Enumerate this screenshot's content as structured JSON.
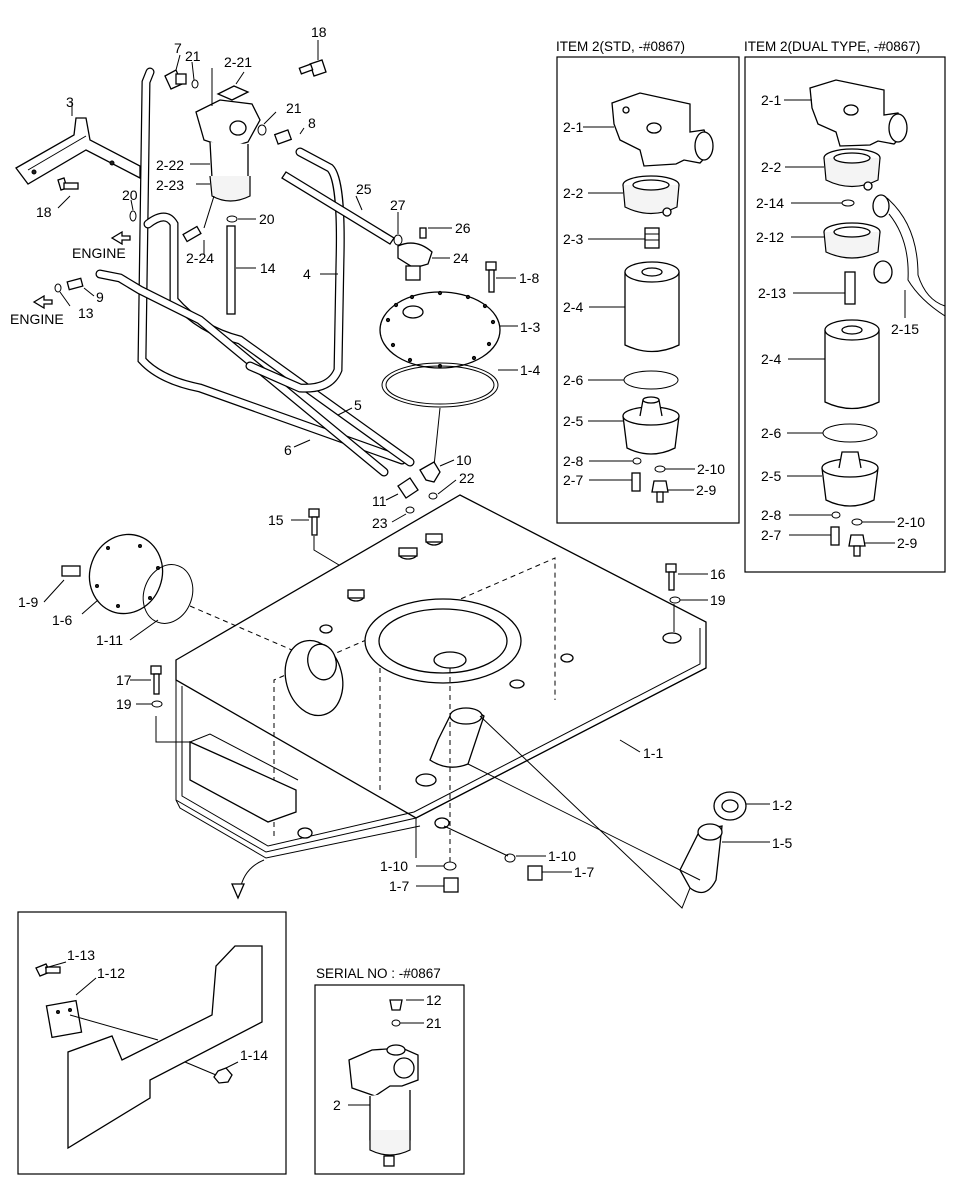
{
  "insets": {
    "std_title": "ITEM 2(STD, -#0867)",
    "dual_title": "ITEM 2(DUAL TYPE, -#0867)",
    "serial_title": "SERIAL NO : -#0867"
  },
  "engine_labels": [
    "ENGINE",
    "ENGINE"
  ],
  "callouts": {
    "main": [
      "7",
      "21",
      "2-21",
      "18",
      "3",
      "21",
      "8",
      "2-22",
      "2-23",
      "18",
      "20",
      "25",
      "27",
      "26",
      "20",
      "2-24",
      "24",
      "14",
      "9",
      "1-8",
      "13",
      "4",
      "1-3",
      "1-4",
      "5",
      "6",
      "10",
      "22",
      "11",
      "15",
      "23",
      "16",
      "19",
      "1-9",
      "1-6",
      "1-11",
      "17",
      "19",
      "1-1",
      "1-2",
      "1-5",
      "1-10",
      "1-10",
      "1-7",
      "1-7"
    ],
    "std": [
      "2-1",
      "2-2",
      "2-3",
      "2-4",
      "2-6",
      "2-5",
      "2-8",
      "2-10",
      "2-7",
      "2-9"
    ],
    "dual": [
      "2-1",
      "2-2",
      "2-14",
      "2-12",
      "2-13",
      "2-15",
      "2-4",
      "2-6",
      "2-5",
      "2-8",
      "2-10",
      "2-7",
      "2-9"
    ],
    "bracket": [
      "1-13",
      "1-12",
      "1-14"
    ],
    "serial": [
      "12",
      "21",
      "2"
    ]
  }
}
